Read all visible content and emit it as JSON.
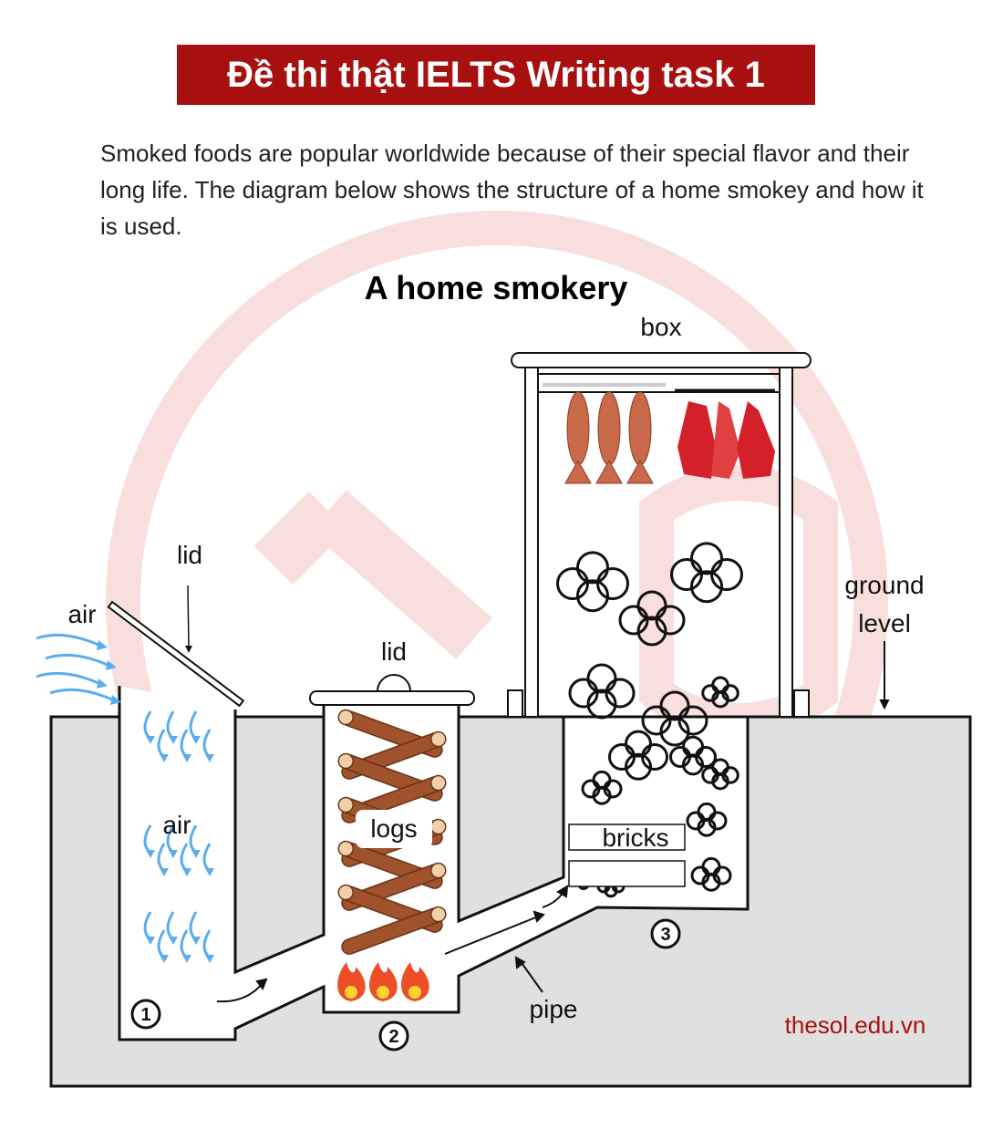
{
  "header": {
    "title": "Đề thi thật IELTS Writing task 1"
  },
  "description": "Smoked foods are popular worldwide because of their special flavor and their long life. The diagram below shows the structure of a home smokey and how it is used.",
  "diagram": {
    "title": "A home smokery",
    "labels": {
      "air_outside": "air",
      "air_inside": "air",
      "lid_1": "lid",
      "lid_2": "lid",
      "logs": "logs",
      "box": "box",
      "bricks": "bricks",
      "ground": "ground",
      "level": "level",
      "pipe": "pipe"
    },
    "steps": [
      "1",
      "2",
      "3"
    ],
    "watermark": "thesol.edu.vn"
  },
  "colors": {
    "banner": "#a81010",
    "ground": "#e0e0e0",
    "air": "#5aaeef",
    "log": "#a0522d",
    "meat": "#d42028",
    "fish": "#c8694a",
    "watermark": "#f9dede",
    "brand_text": "#a81010"
  }
}
